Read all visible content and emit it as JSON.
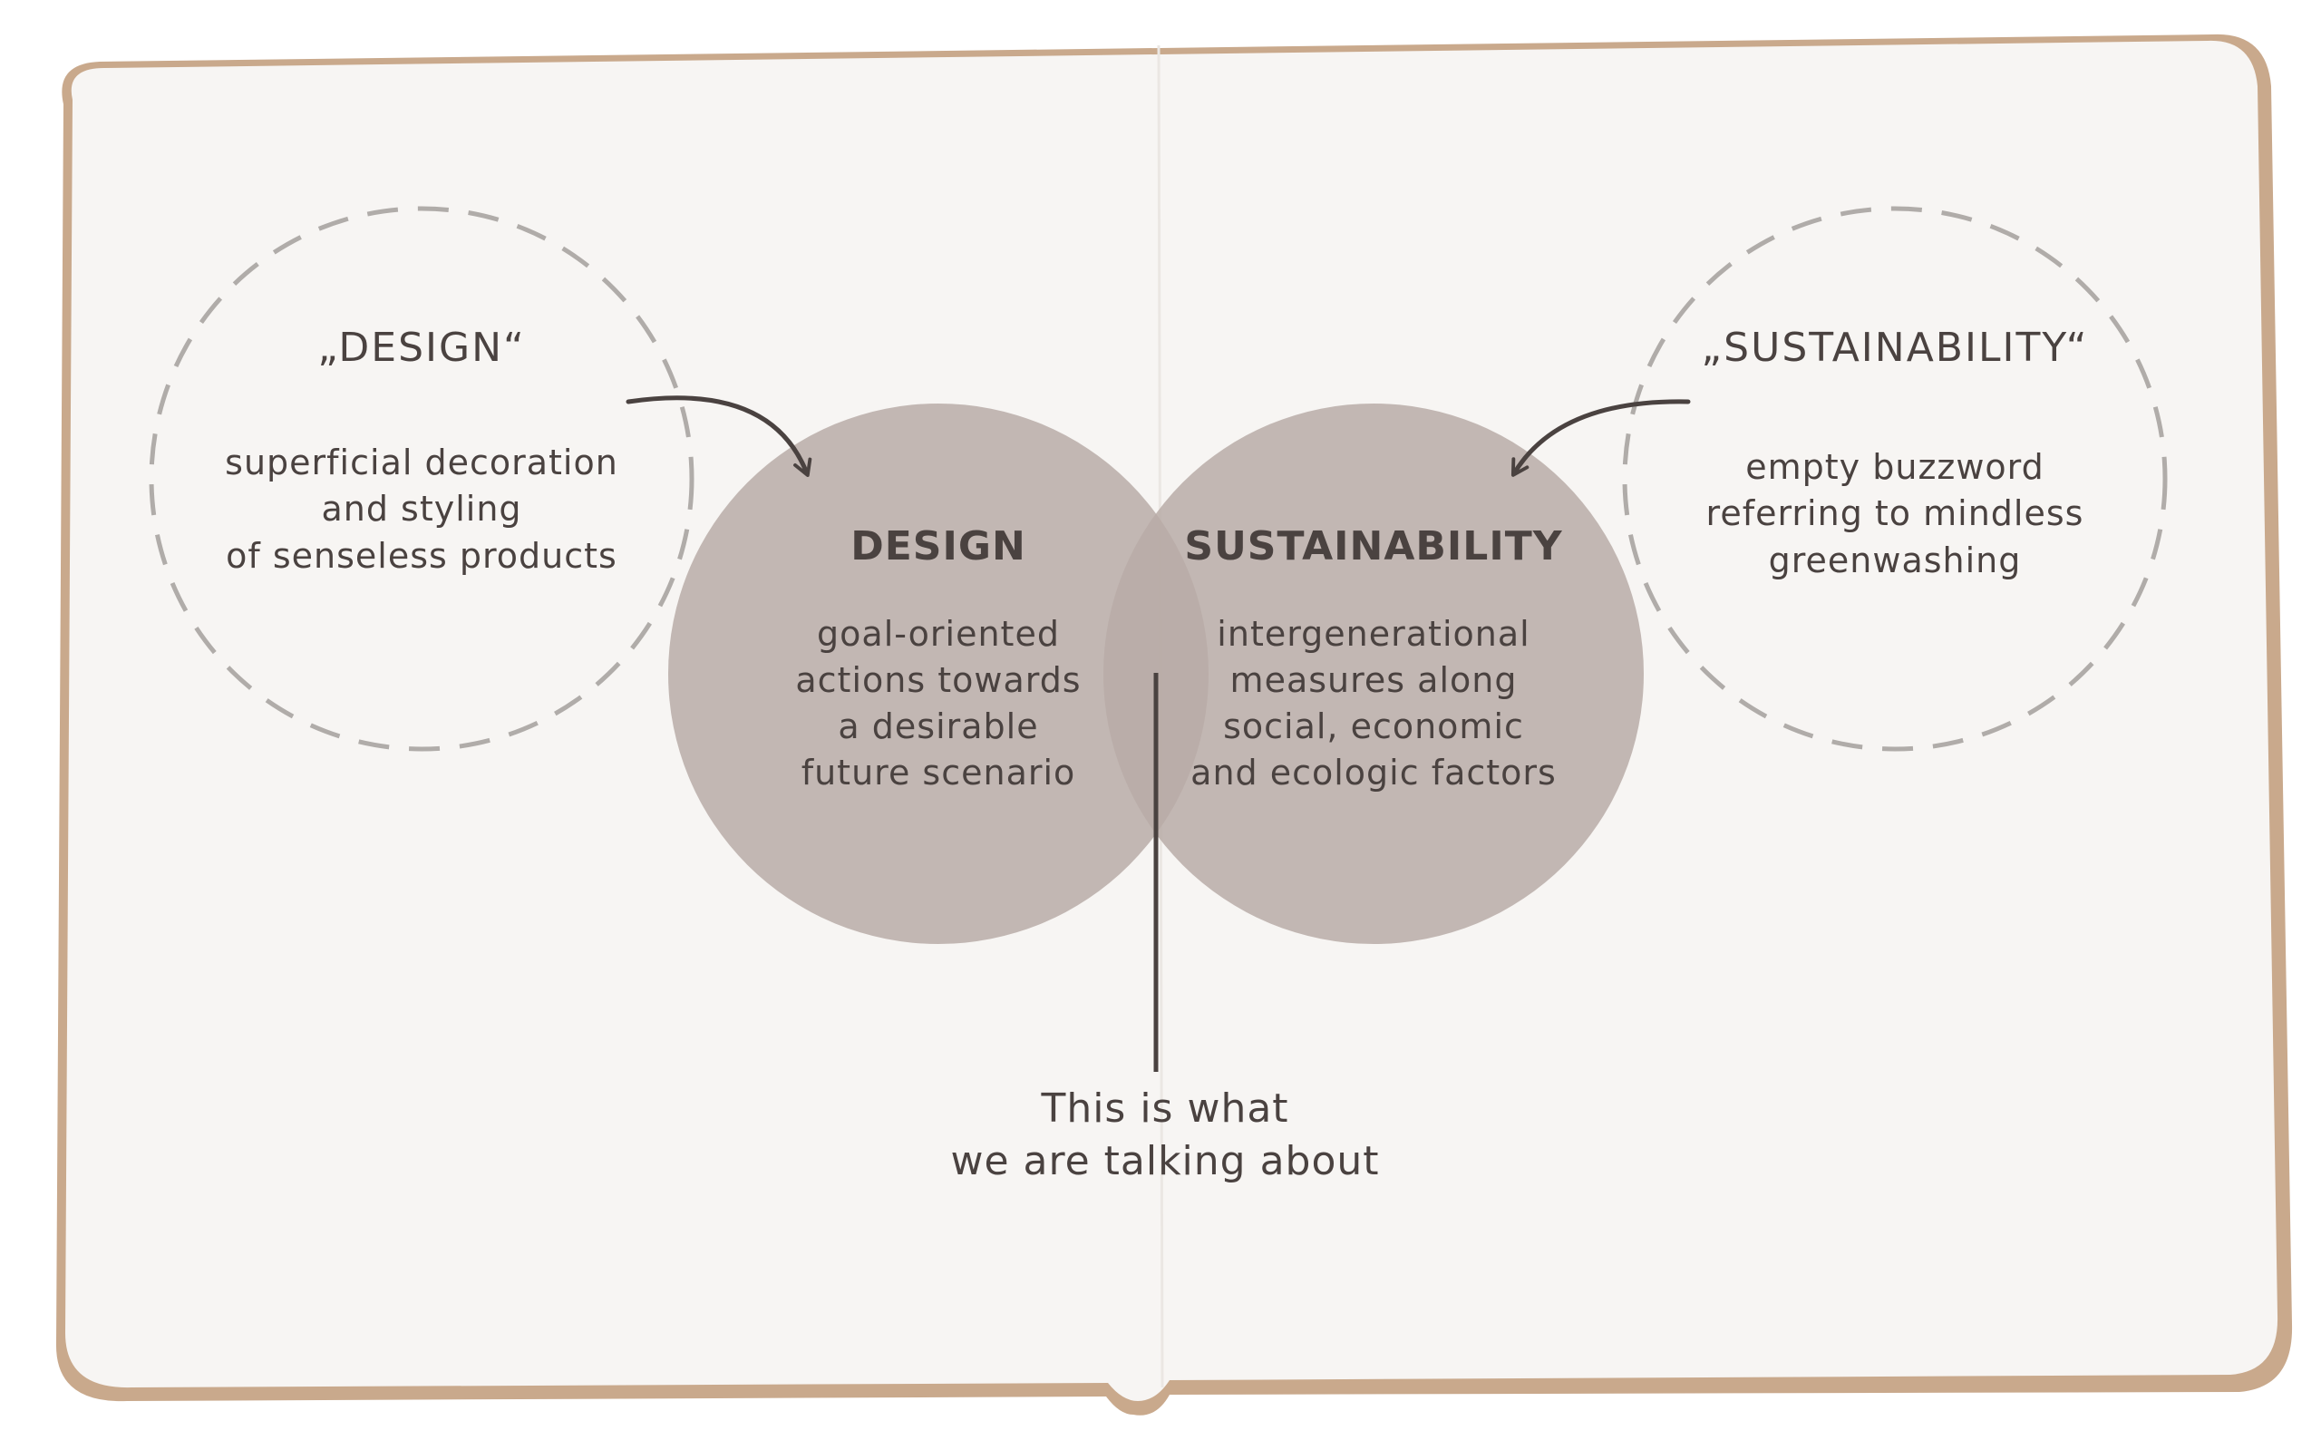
{
  "colors": {
    "page": "#f7f5f3",
    "cover_edge": "#c9a98c",
    "circle_fill": "#b9aca7",
    "text_dark": "#4a4240",
    "dashed": "#b0aca9"
  },
  "left_concept": {
    "title": "„DESIGN“",
    "description": [
      "superficial decoration",
      "and styling",
      "of senseless products"
    ]
  },
  "right_concept": {
    "title": "„SUSTAINABILITY“",
    "description": [
      "empty buzzword",
      "referring to mindless",
      "greenwashing"
    ]
  },
  "design_circle": {
    "title": "DESIGN",
    "description": [
      "goal-oriented",
      "actions towards",
      "a desirable",
      "future scenario"
    ]
  },
  "sustainability_circle": {
    "title": "SUSTAINABILITY",
    "description": [
      "intergenerational",
      "measures along",
      "social, economic",
      "and ecologic factors"
    ]
  },
  "intersection_caption": [
    "This is what",
    "we are talking about"
  ]
}
